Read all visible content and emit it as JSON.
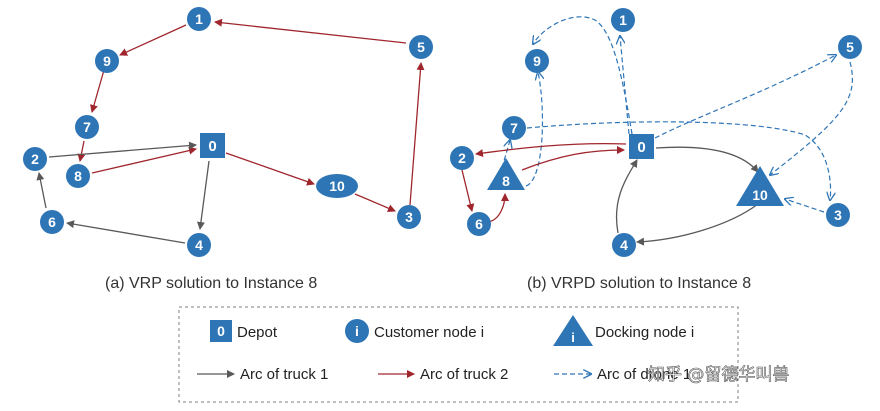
{
  "colors": {
    "node": "#2E75B6",
    "truck1": "#595959",
    "truck2": "#A0262D",
    "drone": "#2E75B6"
  },
  "panel_a": {
    "caption": "(a) VRP solution to Instance 8",
    "depot_label": "0",
    "customer_labels": [
      "1",
      "9",
      "7",
      "2",
      "8",
      "6",
      "4",
      "10",
      "3",
      "5"
    ]
  },
  "panel_b": {
    "caption": "(b) VRPD solution to Instance 8",
    "depot_label": "0",
    "customer_labels": [
      "1",
      "9",
      "7",
      "2",
      "6",
      "4",
      "3",
      "5"
    ],
    "docking_labels": [
      "8",
      "10"
    ]
  },
  "legend": {
    "depot_symbol": "0",
    "depot": "Depot",
    "customer_symbol": "i",
    "customer": "Customer node i",
    "docking_symbol": "i",
    "docking": "Docking node i",
    "truck1": "Arc of truck 1",
    "truck2": "Arc of truck 2",
    "drone": "Arc of drone 1"
  },
  "watermark": "知乎 @留德华叫兽"
}
